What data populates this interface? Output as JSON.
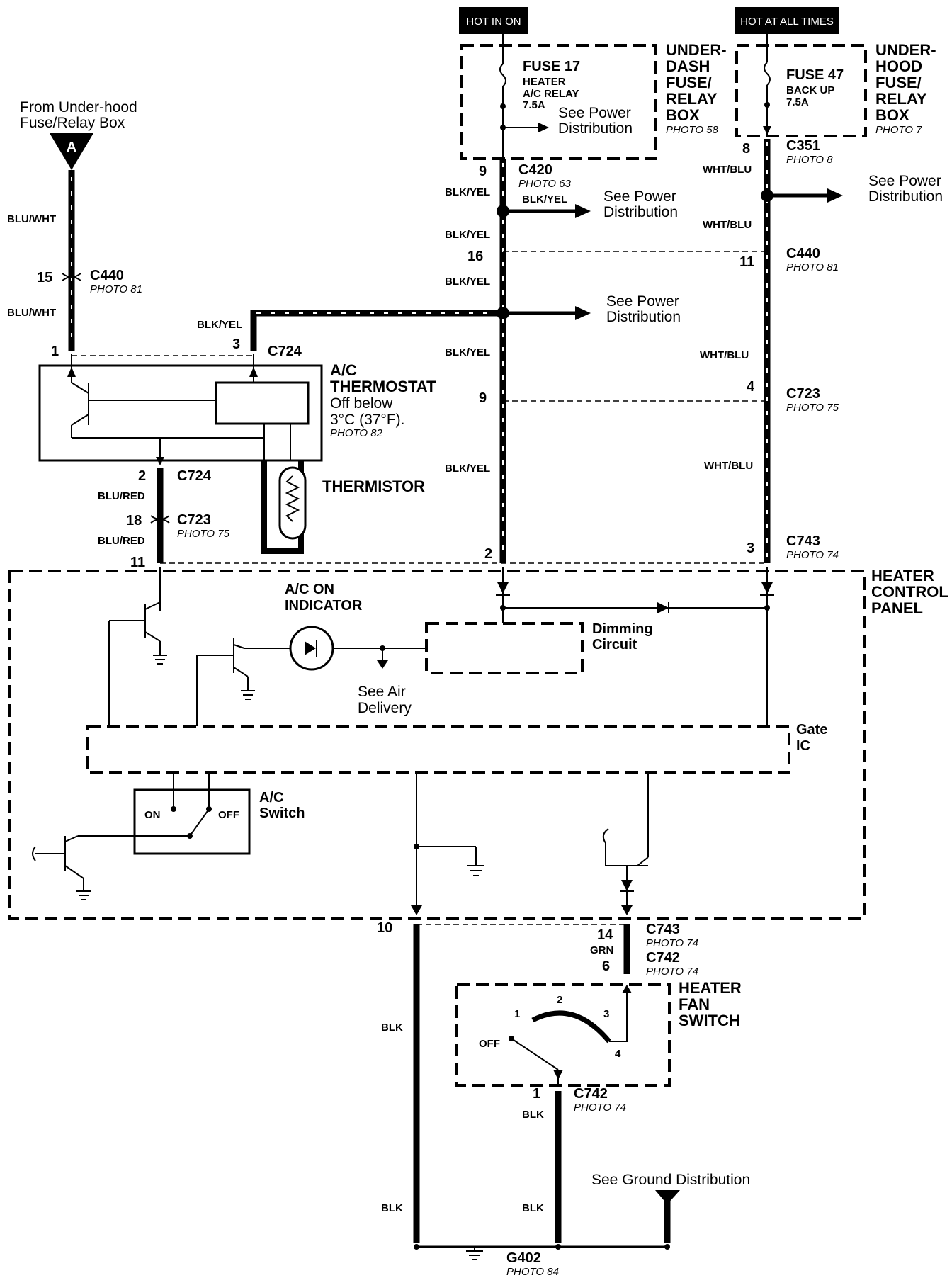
{
  "power_tags": {
    "hot_in_on": "HOT IN ON",
    "hot_at_all_times": "HOT AT ALL TIMES"
  },
  "fuses": [
    {
      "id": "fuse17",
      "title": "FUSE 17",
      "line1": "HEATER",
      "line2": "A/C RELAY",
      "rating": "7.5A"
    },
    {
      "id": "fuse47",
      "title": "FUSE 47",
      "line1": "BACK UP",
      "rating": "7.5A"
    }
  ],
  "boxes": {
    "under_dash": {
      "lines": [
        "UNDER-",
        "DASH",
        "FUSE/",
        "RELAY",
        "BOX"
      ],
      "photo": "PHOTO 58"
    },
    "under_hood": {
      "lines": [
        "UNDER-",
        "HOOD",
        "FUSE/",
        "RELAY",
        "BOX"
      ],
      "photo": "PHOTO 7"
    },
    "heater_control": {
      "lines": [
        "HEATER",
        "CONTROL",
        "PANEL"
      ]
    },
    "gate_ic": {
      "lines": [
        "Gate",
        "IC"
      ]
    },
    "dimming": {
      "lines": [
        "Dimming",
        "Circuit"
      ]
    },
    "ac_switch": {
      "lines": [
        "A/C",
        "Switch"
      ],
      "on": "ON",
      "off": "OFF"
    },
    "thermostat": {
      "lines": [
        "A/C",
        "THERMOSTAT"
      ],
      "note1": "Off below",
      "note2": "3°C (37°F).",
      "photo": "PHOTO 82"
    },
    "thermistor": "THERMISTOR",
    "indicator": {
      "lines": [
        "A/C ON",
        "INDICATOR"
      ]
    },
    "fan_switch": {
      "lines": [
        "HEATER",
        "FAN",
        "SWITCH"
      ],
      "positions": [
        "1",
        "2",
        "3",
        "4"
      ],
      "off": "OFF"
    }
  },
  "notes": {
    "from_underhood": [
      "From Under-hood",
      "Fuse/Relay Box"
    ],
    "connector_a": "A",
    "see_power": [
      "See Power",
      "Distribution"
    ],
    "see_air": [
      "See Air",
      "Delivery"
    ],
    "see_ground": "See Ground Distribution"
  },
  "connectors": {
    "c420": {
      "name": "C420",
      "photo": "PHOTO 63",
      "pin": "9"
    },
    "c351": {
      "name": "C351",
      "photo": "PHOTO 8",
      "pin": "8"
    },
    "c440_left": {
      "name": "C440",
      "photo": "PHOTO 81",
      "pin": "15"
    },
    "c440_right": {
      "name": "C440",
      "photo": "PHOTO 81",
      "pin_mid": "16",
      "pin_right": "11"
    },
    "c724_top": {
      "name": "C724",
      "pin_left": "1",
      "pin_right": "3"
    },
    "c724_bot": {
      "name": "C724",
      "pin": "2"
    },
    "c723_left": {
      "name": "C723",
      "photo": "PHOTO 75",
      "pin": "18"
    },
    "c723_right": {
      "name": "C723",
      "photo": "PHOTO 75",
      "pin_mid": "9",
      "pin_right": "4"
    },
    "c743_top": {
      "name": "C743",
      "photo": "PHOTO 74",
      "pin_left": "11",
      "pin_mid": "2",
      "pin_right": "3"
    },
    "c743_bot": {
      "name": "C743",
      "photo": "PHOTO 74",
      "pin_left": "10",
      "pin_right": "14"
    },
    "c742_top": {
      "name": "C742",
      "photo": "PHOTO 74",
      "pin": "6"
    },
    "c742_bot": {
      "name": "C742",
      "photo": "PHOTO 74",
      "pin": "1"
    },
    "g402": {
      "name": "G402",
      "photo": "PHOTO 84"
    }
  },
  "wire_colors": {
    "blu_wht": "BLU/WHT",
    "blk_yel": "BLK/YEL",
    "wht_blu": "WHT/BLU",
    "blu_red": "BLU/RED",
    "grn": "GRN",
    "blk": "BLK"
  }
}
